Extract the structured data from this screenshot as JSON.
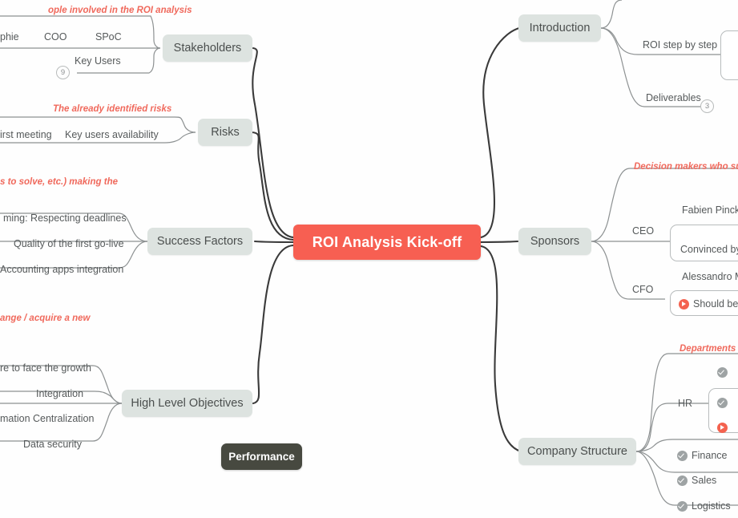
{
  "central": {
    "label": "ROI Analysis Kick-off",
    "color": "#f75f52"
  },
  "theme": {
    "branch_fill": "#dde3e0",
    "branch_text": "#4b4f4e",
    "note_color": "#f0695c",
    "wire_color": "#3a3a3a",
    "sub_wire_color": "#8d9192"
  },
  "branches": {
    "stakeholders": {
      "label": "Stakeholders",
      "note": "ople involved in the ROI analysis",
      "leaves": [
        {
          "label": "phie"
        },
        {
          "label": "COO"
        },
        {
          "label": "SPoC"
        },
        {
          "label": "Key Users",
          "badge": "9"
        }
      ]
    },
    "risks": {
      "label": "Risks",
      "note": "The already identified risks",
      "leaves": [
        {
          "label": "irst meeting"
        },
        {
          "label": "Key users availability"
        }
      ]
    },
    "success_factors": {
      "label": "Success Factors",
      "note": "s to solve, etc.) making the",
      "leaves": [
        {
          "label": "ming: Respecting deadlines"
        },
        {
          "label": "Quality of the first go-live"
        },
        {
          "label": "Accounting apps integration"
        }
      ]
    },
    "high_level_objectives": {
      "label": "High Level Objectives",
      "note": "ange / acquire a new",
      "leaves": [
        {
          "label": "re to face the growth"
        },
        {
          "label": "Integration"
        },
        {
          "label": "mation Centralization"
        },
        {
          "label": "Data security"
        }
      ]
    },
    "performance": {
      "label": "Performance"
    },
    "introduction": {
      "label": "Introduction",
      "leaves": [
        {
          "label": "ROI step by step"
        },
        {
          "label": "Deliverables",
          "badge": "3"
        }
      ]
    },
    "sponsors": {
      "label": "Sponsors",
      "note": "Decision makers who suppo",
      "groups": [
        {
          "label": "CEO",
          "leaves": [
            {
              "label": "Fabien Pinckae"
            },
            {
              "label": "Convinced by t"
            }
          ]
        },
        {
          "label": "CFO",
          "leaves": [
            {
              "label": "Alessandro M."
            },
            {
              "label": "Should be",
              "icon": "alert-icon"
            }
          ]
        }
      ]
    },
    "company_structure": {
      "label": "Company Structure",
      "note": "Departments co",
      "groups": [
        {
          "label": "HR",
          "leaves": [
            {
              "label": "",
              "icon": "check-icon"
            },
            {
              "label": "",
              "icon": "check-icon"
            },
            {
              "label": "",
              "icon": "alert-icon"
            }
          ]
        }
      ],
      "leaves": [
        {
          "label": "Finance",
          "icon": "check-icon"
        },
        {
          "label": "Sales",
          "icon": "check-icon"
        },
        {
          "label": "Logistics",
          "icon": "check-icon"
        }
      ]
    }
  }
}
